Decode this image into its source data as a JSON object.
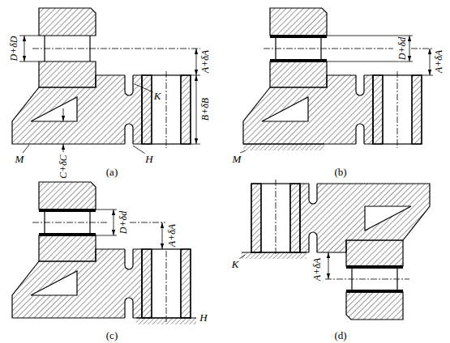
{
  "diagram": {
    "labels": [
      "D+δD",
      "A+δA",
      "K",
      "B+δB",
      "C+δC",
      "M",
      "H",
      "(a)",
      "D+δd",
      "A+δA",
      "M",
      "(b)",
      "D+δd",
      "A+δA",
      "H",
      "(c)",
      "K",
      "A+δA",
      "(d)"
    ]
  }
}
